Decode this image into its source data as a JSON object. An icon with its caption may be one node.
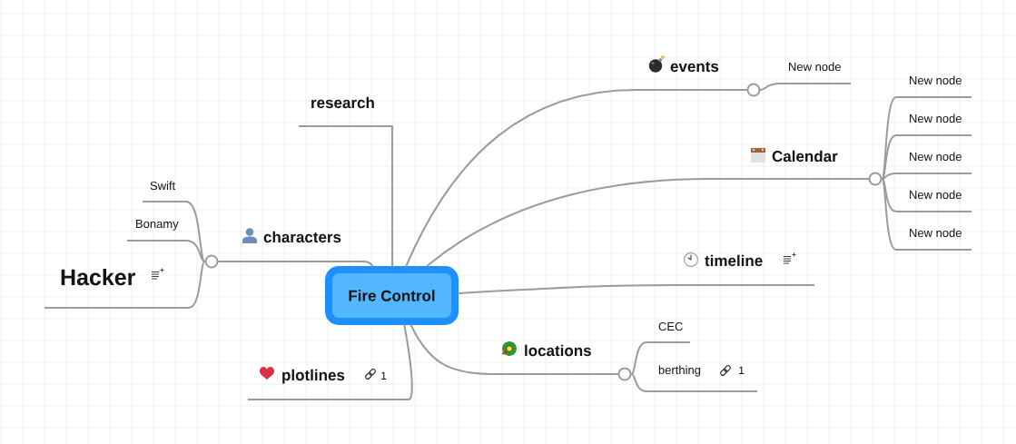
{
  "diagram": {
    "nodes": [
      {
        "text": [
          "Fire Control"
        ]
      },
      {
        "text": [
          "research"
        ]
      },
      {
        "text": [
          "characters"
        ]
      },
      {
        "text": [
          "Swift"
        ]
      },
      {
        "text": [
          "Bonamy"
        ]
      },
      {
        "text": [
          "Hacker"
        ]
      },
      {
        "text": [
          "plotlines",
          "1"
        ]
      },
      {
        "text": [
          "events"
        ]
      },
      {
        "text": [
          "New node"
        ]
      },
      {
        "text": [
          "Calendar"
        ]
      },
      {
        "text": [
          "New node"
        ]
      },
      {
        "text": [
          "New node"
        ]
      },
      {
        "text": [
          "New node"
        ]
      },
      {
        "text": [
          "New node"
        ]
      },
      {
        "text": [
          "New node"
        ]
      },
      {
        "text": [
          "timeline"
        ]
      },
      {
        "text": [
          "locations"
        ]
      },
      {
        "text": [
          "CEC"
        ]
      },
      {
        "text": [
          "berthing",
          "1"
        ]
      }
    ],
    "edges": [
      {
        "from": 0,
        "to": 1,
        "arrow": "none"
      },
      {
        "from": 0,
        "to": 2,
        "arrow": "none"
      },
      {
        "from": 2,
        "to": 3,
        "arrow": "none"
      },
      {
        "from": 2,
        "to": 4,
        "arrow": "none"
      },
      {
        "from": 2,
        "to": 5,
        "arrow": "none"
      },
      {
        "from": 0,
        "to": 6,
        "arrow": "none"
      },
      {
        "from": 0,
        "to": 7,
        "arrow": "none"
      },
      {
        "from": 7,
        "to": 8,
        "arrow": "none"
      },
      {
        "from": 0,
        "to": 9,
        "arrow": "none"
      },
      {
        "from": 9,
        "to": 10,
        "arrow": "none"
      },
      {
        "from": 9,
        "to": 11,
        "arrow": "none"
      },
      {
        "from": 9,
        "to": 12,
        "arrow": "none"
      },
      {
        "from": 9,
        "to": 13,
        "arrow": "none"
      },
      {
        "from": 9,
        "to": 14,
        "arrow": "none"
      },
      {
        "from": 0,
        "to": 15,
        "arrow": "none"
      },
      {
        "from": 0,
        "to": 16,
        "arrow": "none"
      },
      {
        "from": 16,
        "to": 17,
        "arrow": "none"
      },
      {
        "from": 16,
        "to": 18,
        "arrow": "none"
      }
    ]
  }
}
